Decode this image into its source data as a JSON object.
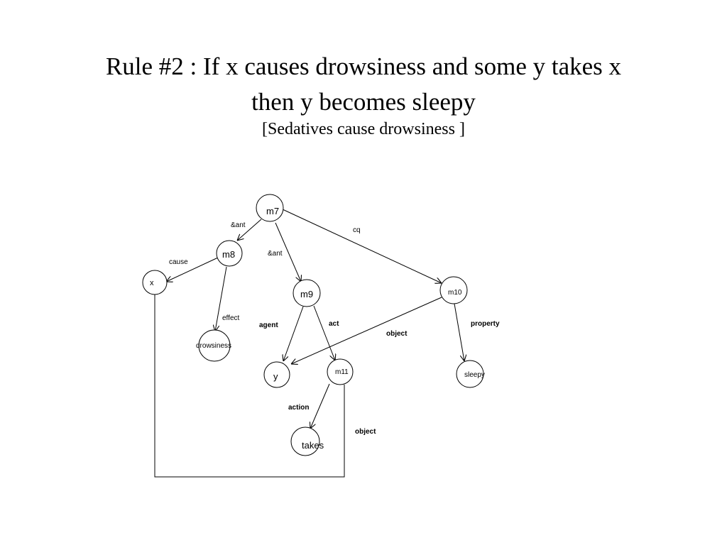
{
  "title": {
    "line1": "Rule #2 : If x causes drowsiness and some y takes x",
    "line2": "then y becomes sleepy",
    "line3": "[Sedatives cause drowsiness ]"
  },
  "nodes": {
    "m7": "m7",
    "m8": "m8",
    "m9": "m9",
    "m10": "m10",
    "m11": "m11",
    "x": "x",
    "drowsiness": "drowsiness",
    "y": "y",
    "takes": "takes",
    "sleepy": "sleepy"
  },
  "edges": {
    "m7_m8": "&ant",
    "m7_m9": "&ant",
    "m7_m10": "cq",
    "m8_x": "cause",
    "m8_drowsiness": "effect",
    "m9_y": "agent",
    "m9_m11": "act",
    "m10_y": "object",
    "m10_sleepy": "property",
    "m11_takes": "action",
    "m11_x": "object"
  }
}
